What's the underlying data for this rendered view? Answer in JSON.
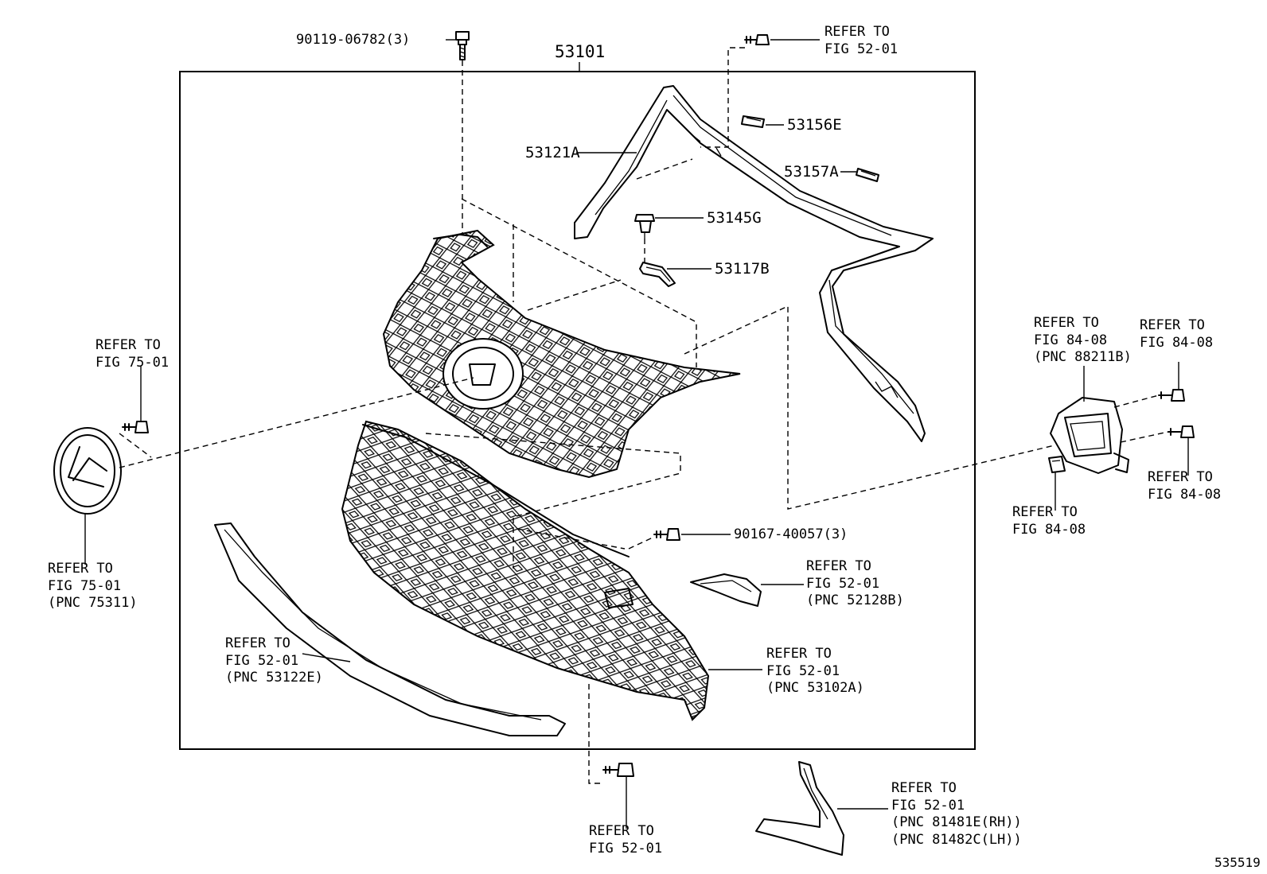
{
  "diagram_id": "535519",
  "assembly": {
    "part_no": "53101"
  },
  "labels": {
    "bolt_top": "90119-06782(3)",
    "upper_molding": "53121A",
    "clip_e": "53156E",
    "clip_a": "53157A",
    "clip_g": "53145G",
    "bracket_b": "53117B",
    "screw_mid": "90167-40057(3)"
  },
  "refs": {
    "r_top_bolt": [
      "REFER TO",
      "FIG 52-01"
    ],
    "r_emblem_bolt": [
      "REFER TO",
      "FIG 75-01"
    ],
    "r_emblem": [
      "REFER TO",
      "FIG 75-01",
      "(PNC 75311)"
    ],
    "r_sensor": [
      "REFER TO",
      "FIG 84-08",
      "(PNC 88211B)"
    ],
    "r_sensor_bolt1": [
      "REFER TO",
      "FIG 84-08"
    ],
    "r_sensor_bolt2": [
      "REFER TO",
      "FIG 84-08"
    ],
    "r_sensor_nut": [
      "REFER TO",
      "FIG 84-08"
    ],
    "r_cover": [
      "REFER TO",
      "FIG 52-01",
      "(PNC 52128B)"
    ],
    "r_lower_molding": [
      "REFER TO",
      "FIG 52-01",
      "(PNC 53122E)"
    ],
    "r_lower_grille": [
      "REFER TO",
      "FIG 52-01",
      "(PNC 53102A)"
    ],
    "r_bottom_bolt": [
      "REFER TO",
      "FIG 52-01"
    ],
    "r_garnish": [
      "REFER TO",
      "FIG 52-01",
      "(PNC 81481E(RH))",
      "(PNC 81482C(LH))"
    ]
  },
  "icons": [
    "bolt-icon",
    "clip-icon",
    "emblem-icon",
    "radar-sensor-icon"
  ]
}
